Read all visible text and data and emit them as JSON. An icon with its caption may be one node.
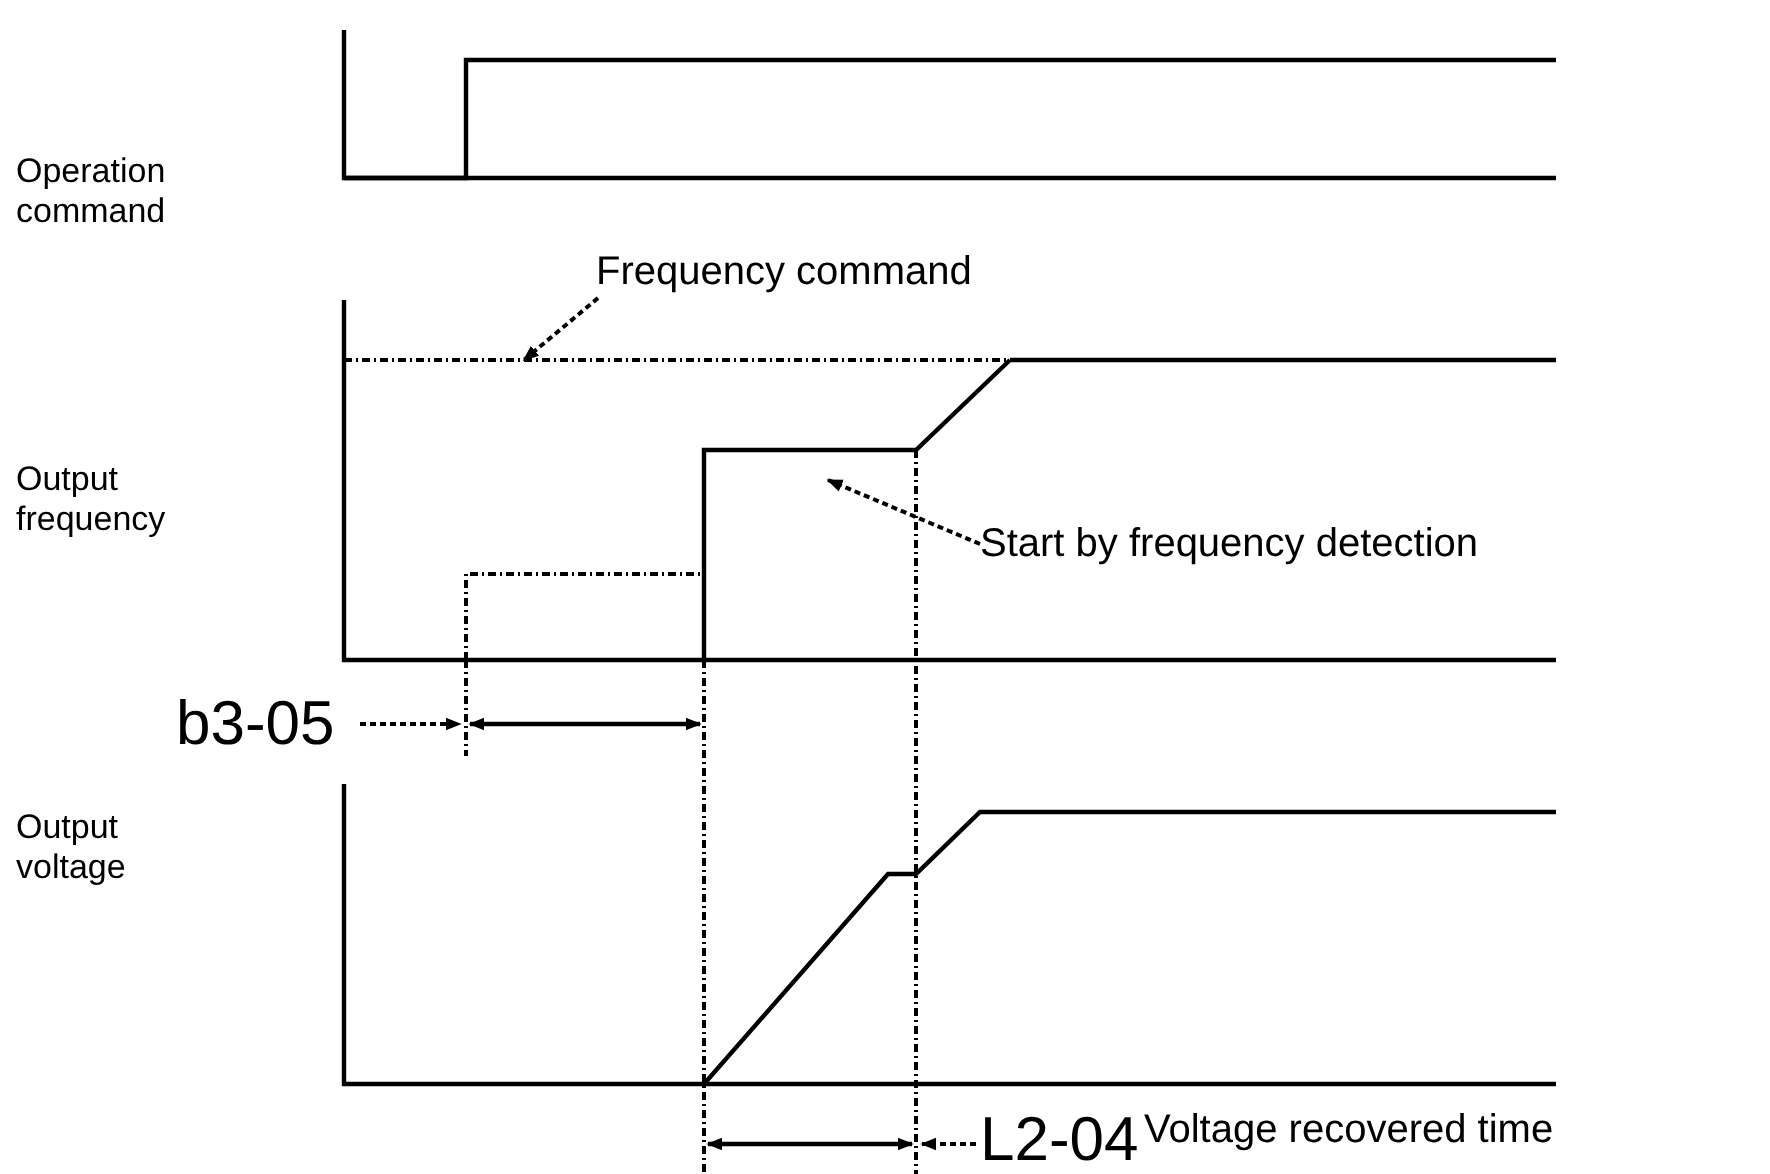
{
  "diagram": {
    "nodes": [
      {
        "text": [
          "Frequency command"
        ]
      },
      {
        "text": [
          "Start by frequency detection"
        ]
      },
      {
        "text": [
          "b3-05"
        ]
      },
      {
        "text": [
          "L2-04"
        ]
      }
    ],
    "edges": [
      {
        "from": 0,
        "to": null,
        "arrow": "to",
        "style": "dashed"
      },
      {
        "from": 1,
        "to": null,
        "arrow": "to",
        "style": "dashed"
      },
      {
        "from": 2,
        "to": null,
        "arrow": "to",
        "style": "dashed"
      },
      {
        "from": 3,
        "to": null,
        "arrow": "to",
        "style": "dashed"
      }
    ],
    "labels": [
      "Operation command",
      "Output frequency",
      "Output voltage",
      "Voltage recovered time"
    ]
  }
}
